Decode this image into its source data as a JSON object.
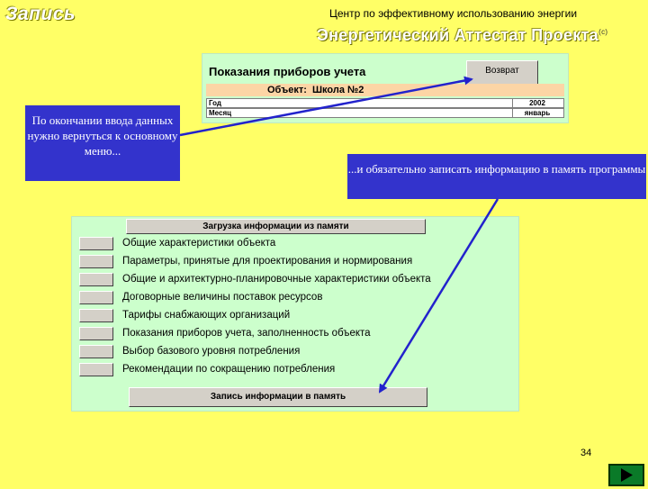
{
  "slide": {
    "title": "Запись",
    "org": "Центр по эффективному использованию энергии",
    "project_title": "Энергетический Аттестат Проекта",
    "copyright": "(c)",
    "page_number": "34"
  },
  "meter_screen": {
    "title": "Показания приборов учета",
    "return_button": "Возврат",
    "object_label": "Объект:",
    "object_value": "Школа №2",
    "year_label": "Год",
    "year_value": "2002",
    "month_label": "Месяц",
    "month_value": "январь"
  },
  "callouts": {
    "left": "По окончании ввода данных нужно вернуться к основному меню...",
    "right": "...и обязательно записать информацию в память программы"
  },
  "memory_screen": {
    "load_button": "Загрузка информации из памяти",
    "items": [
      "Общие характеристики объекта",
      "Параметры, принятые для проектирования и нормирования",
      "Общие и архитектурно-планировочные характеристики объекта",
      "Договорные величины поставок ресурсов",
      "Тарифы снабжающих организаций",
      "Показания приборов учета, заполненность объекта",
      "Выбор базового уровня потребления",
      "Рекомендации по сокращению потребления"
    ],
    "save_button": "Запись информации в память"
  },
  "colors": {
    "background": "#ffff66",
    "callout": "#3333cc",
    "panel": "#ccffcc",
    "button": "#d4d0c8",
    "next_button": "#0a7a28"
  }
}
